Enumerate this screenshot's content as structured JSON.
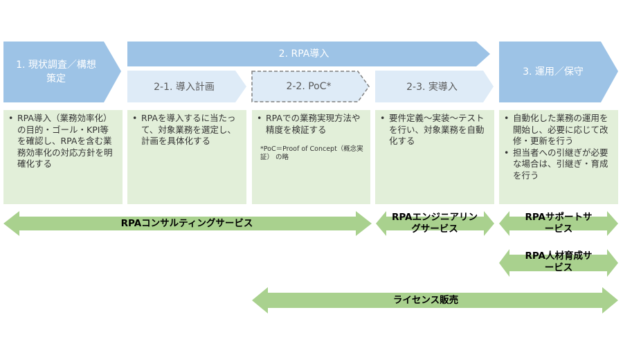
{
  "phases": {
    "p1": "1. 現状調査／構想策定",
    "p2": "2. RPA導入",
    "p3": "3. 運用／保守",
    "s21": "2-1. 導入計画",
    "s22": "2-2. PoC*",
    "s23": "2-3. 実導入"
  },
  "boxes": {
    "b1": [
      "RPA導入（業務効率化）の目的・ゴール・KPI等を確認し、RPAを含む業務効率化の対応方針を明確化する"
    ],
    "b2": [
      "RPAを導入するに当たって、対象業務を選定し、計画を具体化する"
    ],
    "b3": [
      "RPAでの業務実現方法や精度を検証する"
    ],
    "b3_note": "*PoC＝Proof of Concept（概念実証） の略",
    "b4": [
      "要件定義～実装～テストを行い、対象業務を自動化する"
    ],
    "b5": [
      "自動化した業務の運用を開始し、必要に応じて改修・更新を行う",
      "担当者への引継ぎが必要な場合は、引継ぎ・育成を行う"
    ]
  },
  "services": {
    "consulting": "RPAコンサルティングサービス",
    "engineering": "RPAエンジニアリングサービス",
    "support": "RPAサポートサービス",
    "training": "RPA人材育成サービス",
    "license": "ライセンス販売"
  },
  "colors": {
    "phase_blue": "#9dc3e6",
    "sub_blue": "#deebf7",
    "box_green": "#e2efd9",
    "arrow_green": "#a9d18e"
  }
}
